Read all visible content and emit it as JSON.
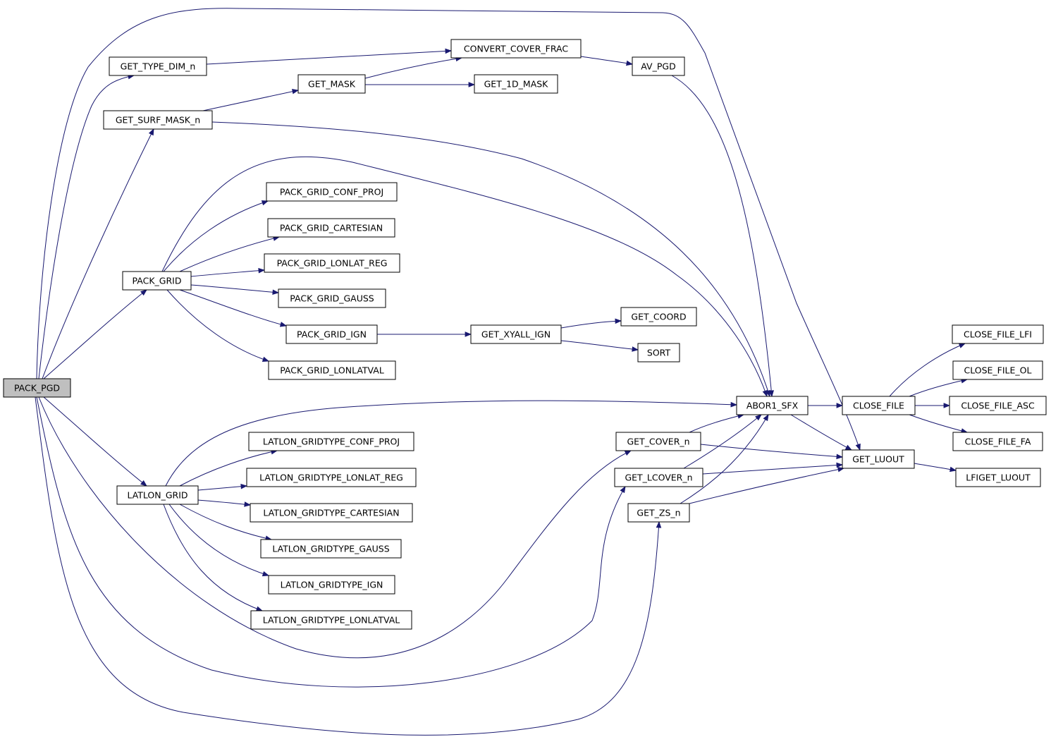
{
  "colors": {
    "edge": "#191970",
    "root_fill": "#bfbfbf",
    "node_fill": "#ffffff",
    "node_stroke": "#000000"
  },
  "nodes": [
    {
      "id": "PACK_PGD",
      "label": "PACK_PGD",
      "root": true
    },
    {
      "id": "GET_TYPE_DIM_n",
      "label": "GET_TYPE_DIM_n"
    },
    {
      "id": "GET_SURF_MASK_n",
      "label": "GET_SURF_MASK_n"
    },
    {
      "id": "PACK_GRID",
      "label": "PACK_GRID"
    },
    {
      "id": "LATLON_GRID",
      "label": "LATLON_GRID"
    },
    {
      "id": "GET_MASK",
      "label": "GET_MASK"
    },
    {
      "id": "CONVERT_COVER_FRAC",
      "label": "CONVERT_COVER_FRAC"
    },
    {
      "id": "GET_1D_MASK",
      "label": "GET_1D_MASK"
    },
    {
      "id": "AV_PGD",
      "label": "AV_PGD"
    },
    {
      "id": "PACK_GRID_CONF_PROJ",
      "label": "PACK_GRID_CONF_PROJ"
    },
    {
      "id": "PACK_GRID_CARTESIAN",
      "label": "PACK_GRID_CARTESIAN"
    },
    {
      "id": "PACK_GRID_LONLAT_REG",
      "label": "PACK_GRID_LONLAT_REG"
    },
    {
      "id": "PACK_GRID_GAUSS",
      "label": "PACK_GRID_GAUSS"
    },
    {
      "id": "PACK_GRID_IGN",
      "label": "PACK_GRID_IGN"
    },
    {
      "id": "PACK_GRID_LONLATVAL",
      "label": "PACK_GRID_LONLATVAL"
    },
    {
      "id": "GET_XYALL_IGN",
      "label": "GET_XYALL_IGN"
    },
    {
      "id": "GET_COORD",
      "label": "GET_COORD"
    },
    {
      "id": "SORT",
      "label": "SORT"
    },
    {
      "id": "LATLON_GRIDTYPE_CONF_PROJ",
      "label": "LATLON_GRIDTYPE_CONF_PROJ"
    },
    {
      "id": "LATLON_GRIDTYPE_LONLAT_REG",
      "label": "LATLON_GRIDTYPE_LONLAT_REG"
    },
    {
      "id": "LATLON_GRIDTYPE_CARTESIAN",
      "label": "LATLON_GRIDTYPE_CARTESIAN"
    },
    {
      "id": "LATLON_GRIDTYPE_GAUSS",
      "label": "LATLON_GRIDTYPE_GAUSS"
    },
    {
      "id": "LATLON_GRIDTYPE_IGN",
      "label": "LATLON_GRIDTYPE_IGN"
    },
    {
      "id": "LATLON_GRIDTYPE_LONLATVAL",
      "label": "LATLON_GRIDTYPE_LONLATVAL"
    },
    {
      "id": "GET_COVER_n",
      "label": "GET_COVER_n"
    },
    {
      "id": "GET_LCOVER_n",
      "label": "GET_LCOVER_n"
    },
    {
      "id": "GET_ZS_n",
      "label": "GET_ZS_n"
    },
    {
      "id": "ABOR1_SFX",
      "label": "ABOR1_SFX"
    },
    {
      "id": "CLOSE_FILE",
      "label": "CLOSE_FILE"
    },
    {
      "id": "GET_LUOUT",
      "label": "GET_LUOUT"
    },
    {
      "id": "CLOSE_FILE_LFI",
      "label": "CLOSE_FILE_LFI"
    },
    {
      "id": "CLOSE_FILE_OL",
      "label": "CLOSE_FILE_OL"
    },
    {
      "id": "CLOSE_FILE_ASC",
      "label": "CLOSE_FILE_ASC"
    },
    {
      "id": "CLOSE_FILE_FA",
      "label": "CLOSE_FILE_FA"
    },
    {
      "id": "LFIGET_LUOUT",
      "label": "LFIGET_LUOUT"
    }
  ],
  "edges": [
    [
      "PACK_PGD",
      "GET_TYPE_DIM_n"
    ],
    [
      "PACK_PGD",
      "GET_SURF_MASK_n"
    ],
    [
      "PACK_PGD",
      "PACK_GRID"
    ],
    [
      "PACK_PGD",
      "LATLON_GRID"
    ],
    [
      "PACK_PGD",
      "GET_LUOUT"
    ],
    [
      "PACK_PGD",
      "GET_COVER_n"
    ],
    [
      "PACK_PGD",
      "GET_LCOVER_n"
    ],
    [
      "PACK_PGD",
      "GET_ZS_n"
    ],
    [
      "GET_TYPE_DIM_n",
      "CONVERT_COVER_FRAC"
    ],
    [
      "GET_SURF_MASK_n",
      "GET_MASK"
    ],
    [
      "GET_SURF_MASK_n",
      "ABOR1_SFX"
    ],
    [
      "GET_MASK",
      "CONVERT_COVER_FRAC"
    ],
    [
      "GET_MASK",
      "GET_1D_MASK"
    ],
    [
      "CONVERT_COVER_FRAC",
      "AV_PGD"
    ],
    [
      "AV_PGD",
      "ABOR1_SFX"
    ],
    [
      "PACK_GRID",
      "ABOR1_SFX"
    ],
    [
      "PACK_GRID",
      "PACK_GRID_CONF_PROJ"
    ],
    [
      "PACK_GRID",
      "PACK_GRID_CARTESIAN"
    ],
    [
      "PACK_GRID",
      "PACK_GRID_LONLAT_REG"
    ],
    [
      "PACK_GRID",
      "PACK_GRID_GAUSS"
    ],
    [
      "PACK_GRID",
      "PACK_GRID_IGN"
    ],
    [
      "PACK_GRID",
      "PACK_GRID_LONLATVAL"
    ],
    [
      "PACK_GRID_IGN",
      "GET_XYALL_IGN"
    ],
    [
      "GET_XYALL_IGN",
      "GET_COORD"
    ],
    [
      "GET_XYALL_IGN",
      "SORT"
    ],
    [
      "LATLON_GRID",
      "ABOR1_SFX"
    ],
    [
      "LATLON_GRID",
      "LATLON_GRIDTYPE_CONF_PROJ"
    ],
    [
      "LATLON_GRID",
      "LATLON_GRIDTYPE_LONLAT_REG"
    ],
    [
      "LATLON_GRID",
      "LATLON_GRIDTYPE_CARTESIAN"
    ],
    [
      "LATLON_GRID",
      "LATLON_GRIDTYPE_GAUSS"
    ],
    [
      "LATLON_GRID",
      "LATLON_GRIDTYPE_IGN"
    ],
    [
      "LATLON_GRID",
      "LATLON_GRIDTYPE_LONLATVAL"
    ],
    [
      "GET_COVER_n",
      "ABOR1_SFX"
    ],
    [
      "GET_COVER_n",
      "GET_LUOUT"
    ],
    [
      "GET_LCOVER_n",
      "ABOR1_SFX"
    ],
    [
      "GET_LCOVER_n",
      "GET_LUOUT"
    ],
    [
      "GET_ZS_n",
      "ABOR1_SFX"
    ],
    [
      "GET_ZS_n",
      "GET_LUOUT"
    ],
    [
      "ABOR1_SFX",
      "CLOSE_FILE"
    ],
    [
      "ABOR1_SFX",
      "GET_LUOUT"
    ],
    [
      "CLOSE_FILE",
      "CLOSE_FILE_LFI"
    ],
    [
      "CLOSE_FILE",
      "CLOSE_FILE_OL"
    ],
    [
      "CLOSE_FILE",
      "CLOSE_FILE_ASC"
    ],
    [
      "CLOSE_FILE",
      "CLOSE_FILE_FA"
    ],
    [
      "GET_LUOUT",
      "LFIGET_LUOUT"
    ]
  ]
}
